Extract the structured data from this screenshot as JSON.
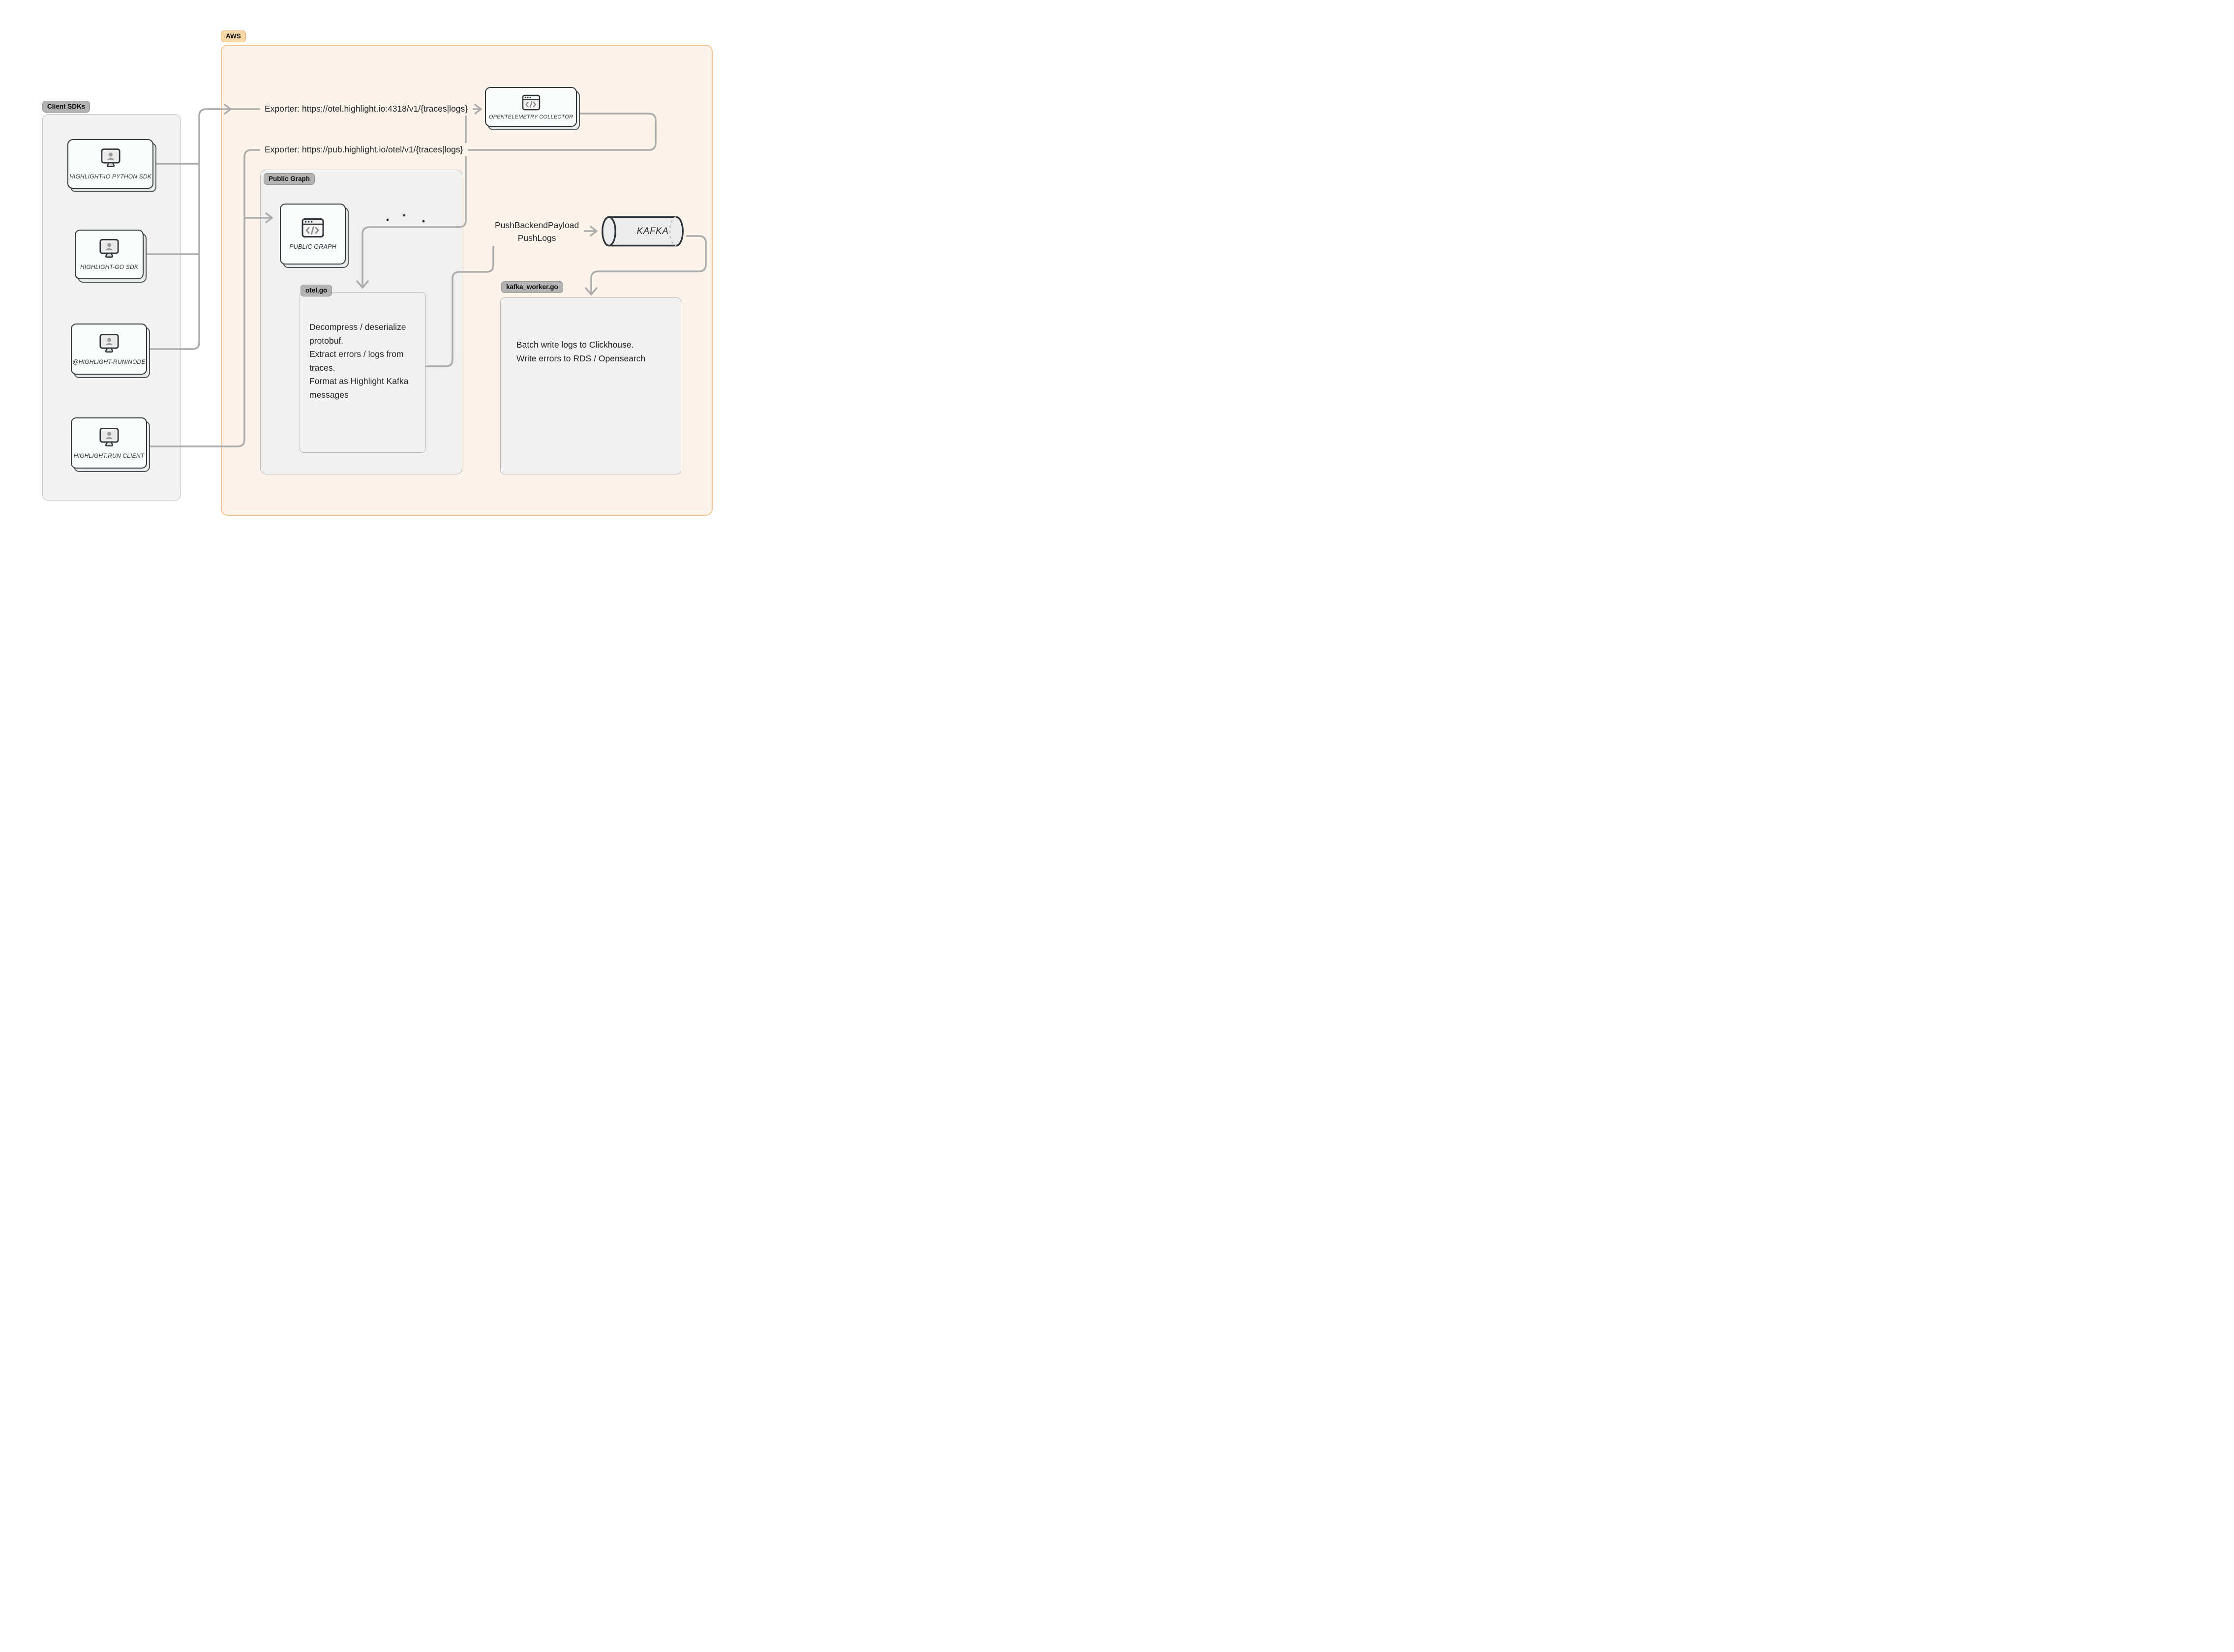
{
  "badges": {
    "client_sdks": "Client SDKs",
    "aws": "AWS",
    "public_graph": "Public Graph",
    "otel_go": "otel.go",
    "kafka_worker": "kafka_worker.go"
  },
  "sdk_nodes": [
    {
      "label": "HIGHLIGHT-IO PYTHON SDK"
    },
    {
      "label": "HIGHLIGHT-GO SDK"
    },
    {
      "label": "@HIGHLIGHT-RUN/NODE"
    },
    {
      "label": "HIGHLIGHT.RUN CLIENT"
    }
  ],
  "aws": {
    "exporter_otel": "Exporter: https://otel.highlight.io:4318/v1/{traces|logs}",
    "exporter_pub": "Exporter: https://pub.highlight.io/otel/v1/{traces|logs}",
    "collector_label": "OPENTELEMETRY COLLECTOR",
    "public_graph_label": "PUBLIC GRAPH",
    "kafka_label": "KAFKA",
    "push_line1": "PushBackendPayload",
    "push_line2": "PushLogs",
    "otel_go_lines": [
      "Decompress / deserialize",
      "protobuf.",
      "Extract errors / logs from",
      "traces.",
      "Format as Highlight Kafka",
      "messages"
    ],
    "kafka_worker_lines": [
      "Batch write logs to Clickhouse.",
      "Write errors to RDS / Opensearch"
    ]
  },
  "colors": {
    "aws_fill": "#FCF3EB",
    "aws_border": "#F2C48D",
    "aws_badge": "#F7D7A6",
    "gray_frame_fill": "#F1F1F1",
    "gray_badge": "#B3B3B3",
    "node_border": "#31363B",
    "connector": "#ACACAC",
    "text": "#232629"
  }
}
